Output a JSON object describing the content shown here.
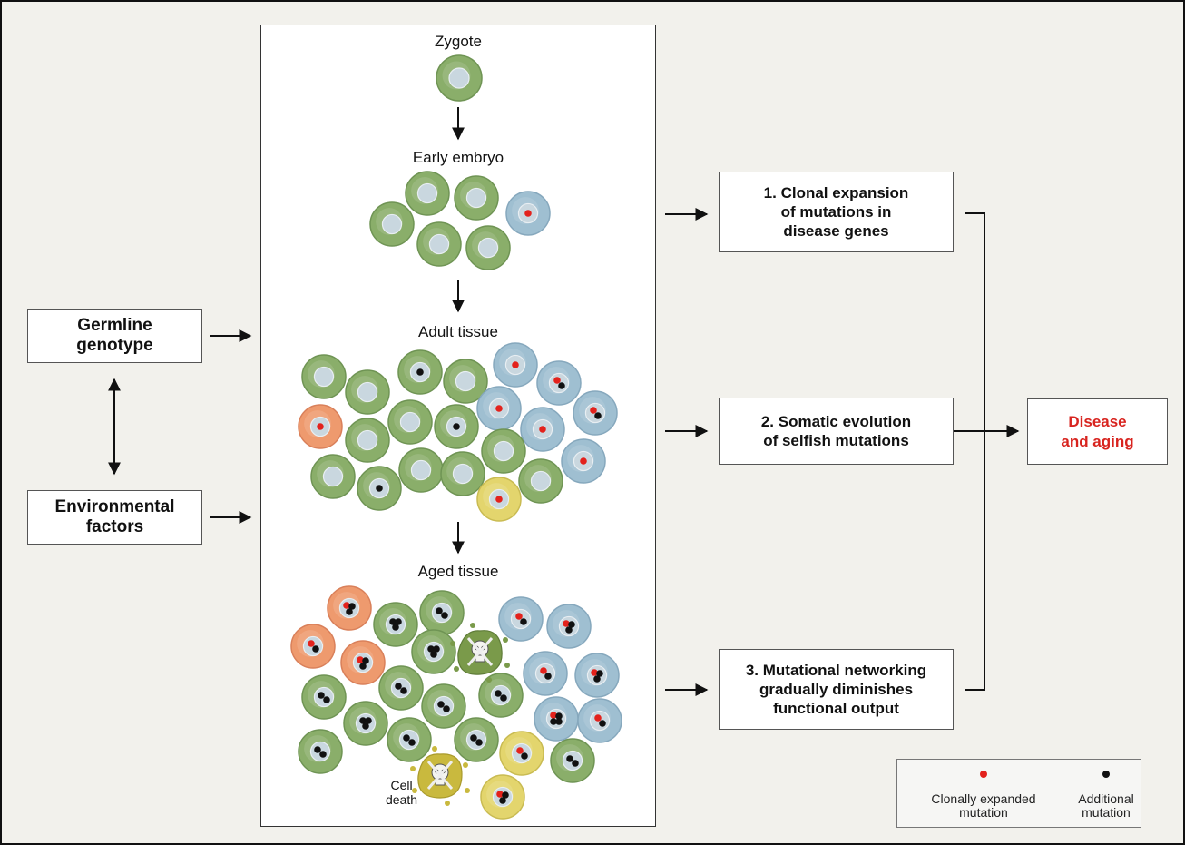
{
  "inputs": {
    "germline": "Germline\ngenotype",
    "environmental": "Environmental\nfactors"
  },
  "stages": {
    "zygote": "Zygote",
    "early_embryo": "Early embryo",
    "adult_tissue": "Adult tissue",
    "aged_tissue": "Aged tissue",
    "cell_death": "Cell\ndeath"
  },
  "mechanisms": {
    "m1": "1. Clonal expansion\nof mutations in\ndisease genes",
    "m2": "2. Somatic evolution\nof selfish mutations",
    "m3": "3. Mutational networking\ngradually diminishes\nfunctional output"
  },
  "outcome": "Disease\nand aging",
  "legend": {
    "clonal": "Clonally expanded\nmutation",
    "additional": "Additional\nmutation"
  },
  "colors": {
    "clonal_mutation": "#e3221c",
    "additional_mutation": "#111111",
    "outcome_text": "#d8241f",
    "cell_green": "#8aae6a",
    "cell_blue": "#9fbfd1",
    "cell_orange": "#ee9a6e",
    "cell_yellow": "#e3d56d"
  }
}
